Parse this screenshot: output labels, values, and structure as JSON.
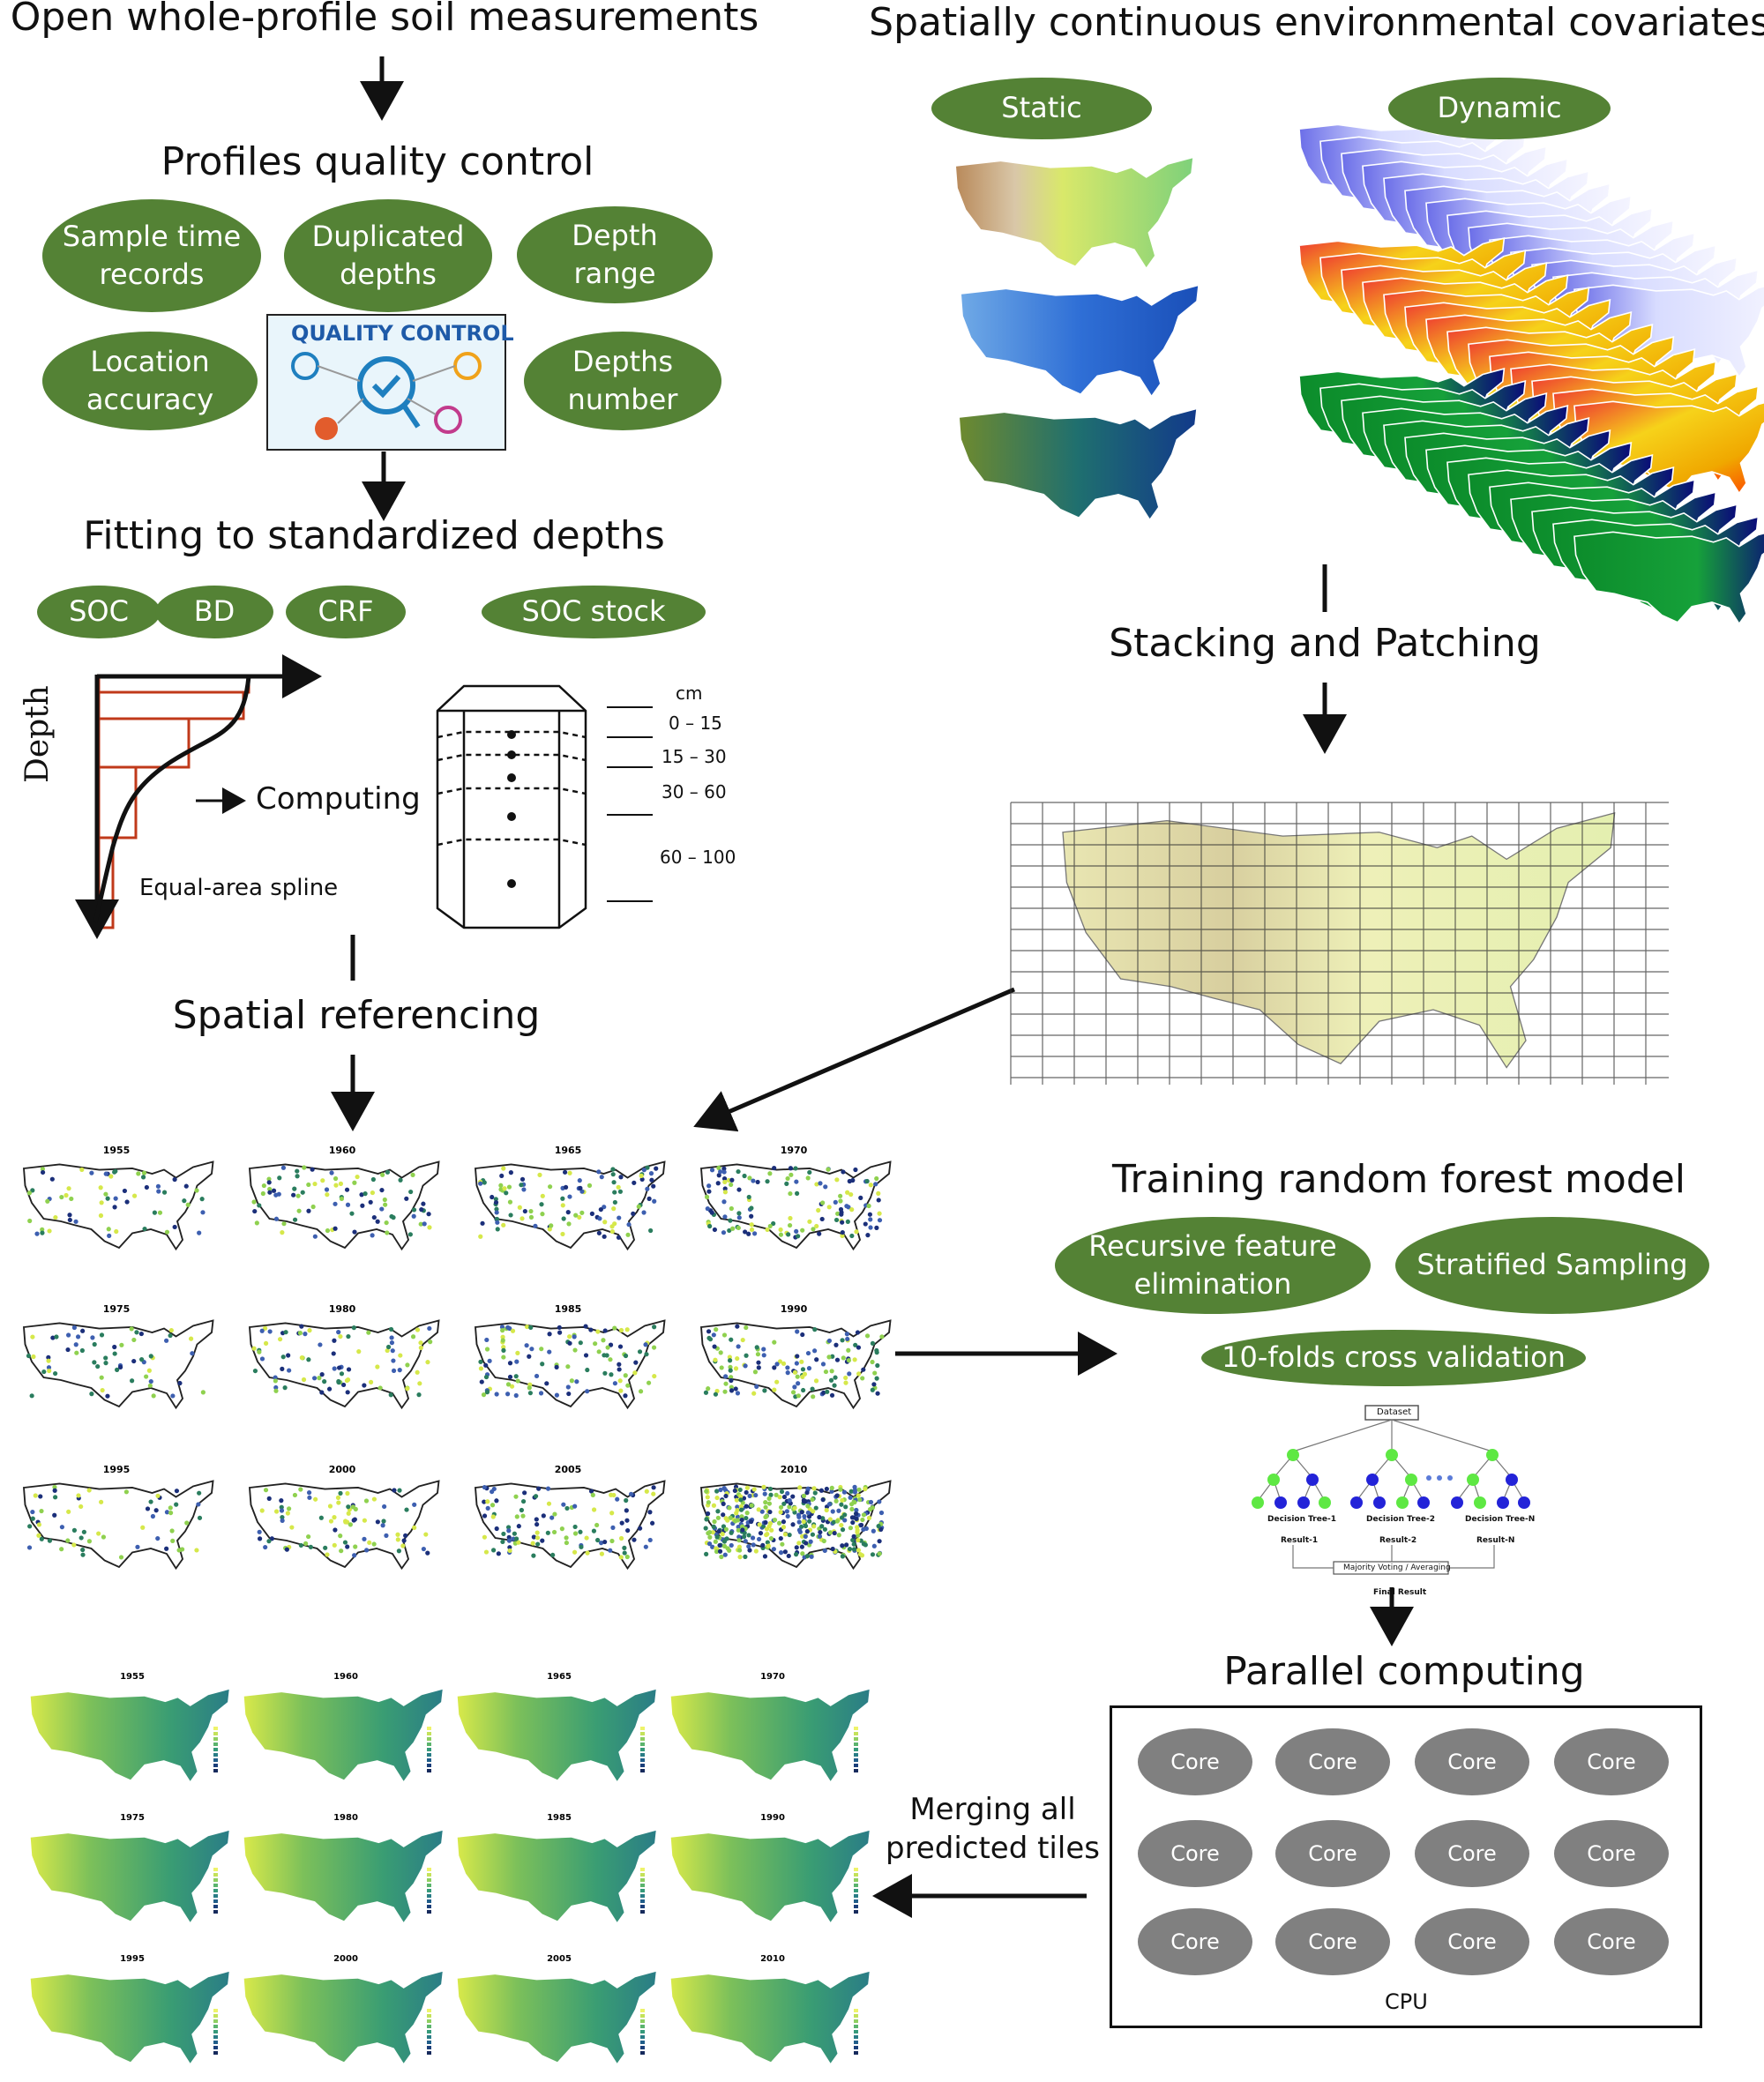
{
  "colors": {
    "pill_green": "#548235",
    "core_gray": "#808080",
    "spline_red": "#c0391a",
    "arrow": "#111111"
  },
  "left": {
    "title_measurements": "Open whole-profile soil measurements",
    "title_qc": "Profiles quality control",
    "qc_pills": [
      "Sample time\nrecords",
      "Duplicated\ndepths",
      "Depth\nrange",
      "Location\naccuracy",
      "Depths\nnumber"
    ],
    "qc_badge": "QUALITY CONTROL",
    "title_fitting": "Fitting to standardized depths",
    "fit_pills": [
      "SOC",
      "BD",
      "CRF",
      "SOC stock"
    ],
    "depth_axis_label": "Depth",
    "computing_label": "Computing",
    "spline_label": "Equal-area spline",
    "depth_unit": "cm",
    "depth_intervals": [
      "0 – 15",
      "15 – 30",
      "30 – 60",
      "60 – 100"
    ],
    "title_spatial": "Spatial referencing",
    "sample_map_years": [
      "1955",
      "1960",
      "1965",
      "1970",
      "1975",
      "1980",
      "1985",
      "1990",
      "1995",
      "2000",
      "2005",
      "2010"
    ],
    "predicted_map_years": [
      "1955",
      "1960",
      "1965",
      "1970",
      "1975",
      "1980",
      "1985",
      "1990",
      "1995",
      "2000",
      "2005",
      "2010"
    ]
  },
  "right": {
    "title_covariates": "Spatially continuous environmental covariates",
    "static_label": "Static",
    "dynamic_label": "Dynamic",
    "title_stacking": "Stacking and Patching",
    "title_training": "Training random forest model",
    "training_pills": [
      "Recursive feature\nelimination",
      "Stratified Sampling",
      "10-folds cross validation"
    ],
    "rf_diagram": {
      "dataset": "Dataset",
      "trees": [
        "Decision Tree-1",
        "Decision Tree-2",
        "Decision Tree-N"
      ],
      "results": [
        "Result-1",
        "Result-2",
        "Result-N"
      ],
      "aggregation": "Majority Voting / Averaging",
      "final": "Final Result"
    },
    "title_parallel": "Parallel computing",
    "cores": [
      "Core",
      "Core",
      "Core",
      "Core",
      "Core",
      "Core",
      "Core",
      "Core",
      "Core",
      "Core",
      "Core",
      "Core"
    ],
    "cpu_label": "CPU",
    "merge_label": "Merging all\npredicted tiles"
  }
}
